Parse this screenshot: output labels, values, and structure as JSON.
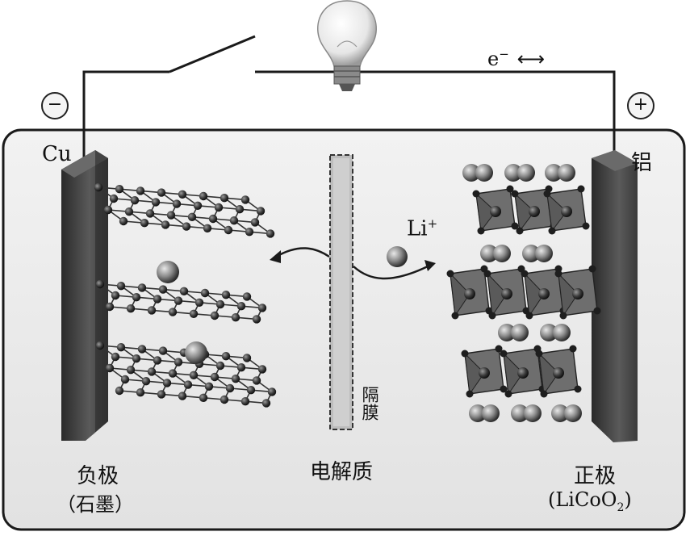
{
  "labels": {
    "cu": "Cu",
    "al": "铝",
    "li_ion": "Li",
    "li_ion_sup": "+",
    "electron": "e",
    "electron_sup": "−",
    "electron_arrow": "⟷",
    "separator": "隔膜",
    "negative_electrode": "负极",
    "negative_material": "（石墨）",
    "electrolyte": "电解质",
    "positive_electrode": "正极",
    "positive_material_prefix": "(LiCoO",
    "positive_material_sub": "2",
    "positive_material_suffix": ")",
    "negative_sign": "−",
    "positive_sign": "+"
  },
  "colors": {
    "casing_fill": "#ececec",
    "electrode": "#4a4a4a",
    "wire": "#1a1a1a",
    "atom_dark": "#3a3a3a",
    "atom_light": "#bdbdbd",
    "octahedron": "#707070"
  },
  "icons": [
    "light-bulb-icon",
    "switch-icon"
  ]
}
